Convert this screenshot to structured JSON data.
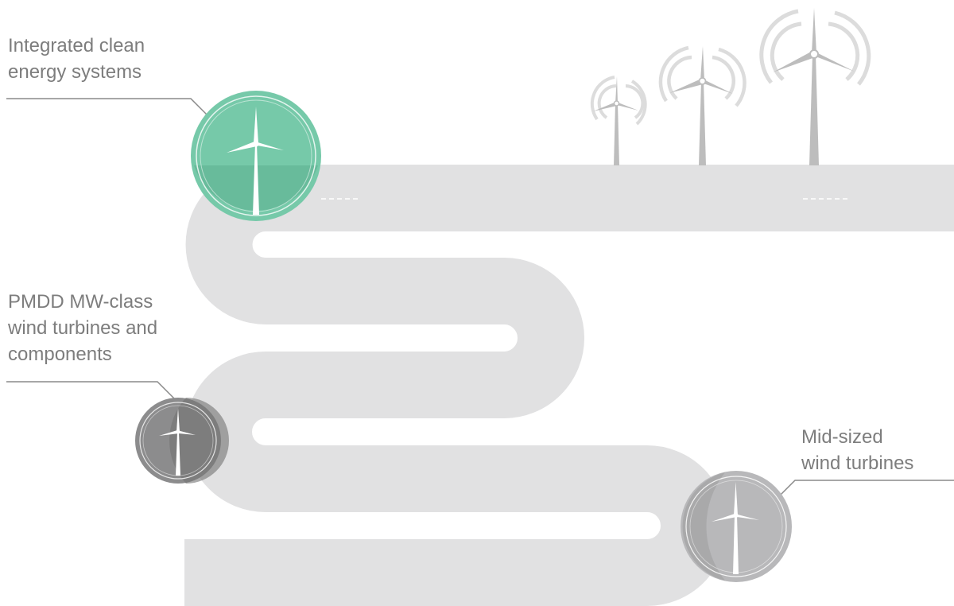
{
  "milestones": [
    {
      "id": "integrated",
      "lines": [
        "Integrated clean",
        "energy systems"
      ],
      "color": "#76c9a9"
    },
    {
      "id": "pmdd",
      "lines": [
        "PMDD MW-class",
        "wind turbines and",
        "components"
      ],
      "color": "#8c8c8d"
    },
    {
      "id": "midsized",
      "lines": [
        "Mid-sized",
        "wind turbines"
      ],
      "color": "#b8b8ba"
    }
  ],
  "colors": {
    "road": "#e1e1e2",
    "road_marking": "#ffffff",
    "label_text": "#7d7d7d",
    "leader_line": "#8a8a8a",
    "turbine_gray": "#bdbdbd",
    "signal_arc": "#dcdcdc"
  },
  "icons": [
    "wind-turbine-icon",
    "signal-wave-icon"
  ]
}
